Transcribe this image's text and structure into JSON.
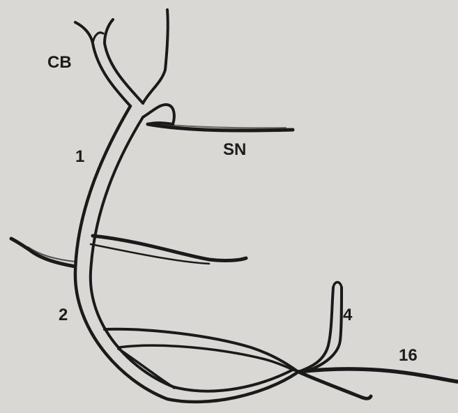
{
  "labels": {
    "cb": "CB",
    "sn": "SN",
    "seg1": "1",
    "seg2": "2",
    "seg4": "4",
    "seg16": "16"
  },
  "colors": {
    "paper": "#d9d8d4",
    "ink": "#1a1a1a",
    "vessel_fill": "#e6e5e1"
  }
}
